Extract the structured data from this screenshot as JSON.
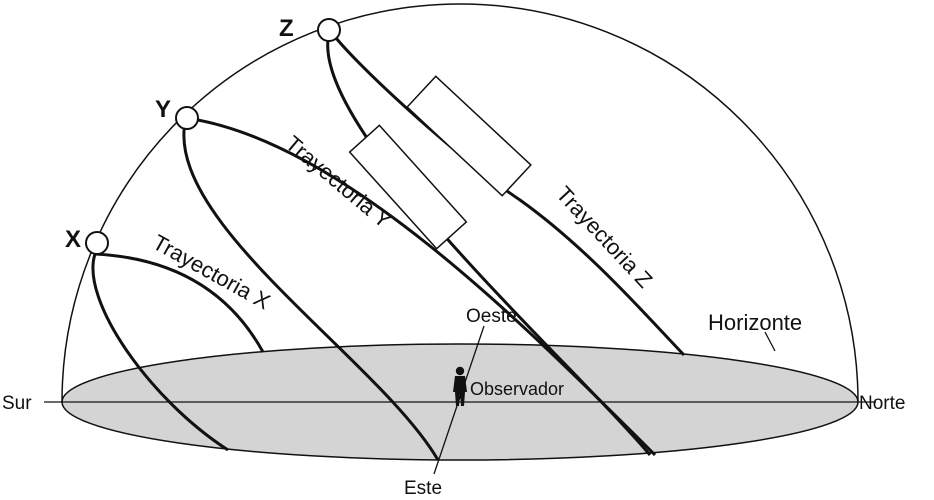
{
  "points": {
    "x": "X",
    "y": "Y",
    "z": "Z"
  },
  "paths": {
    "x": "Trayectoria X",
    "y": "Trayectoria Y",
    "z": "Trayectoria Z"
  },
  "directions": {
    "south": "Sur",
    "north": "Norte",
    "west": "Oeste",
    "east": "Este"
  },
  "horizon": "Horizonte",
  "observer": "Observador",
  "colors": {
    "horizon_fill": "#d4d4d4",
    "line": "#111111"
  }
}
